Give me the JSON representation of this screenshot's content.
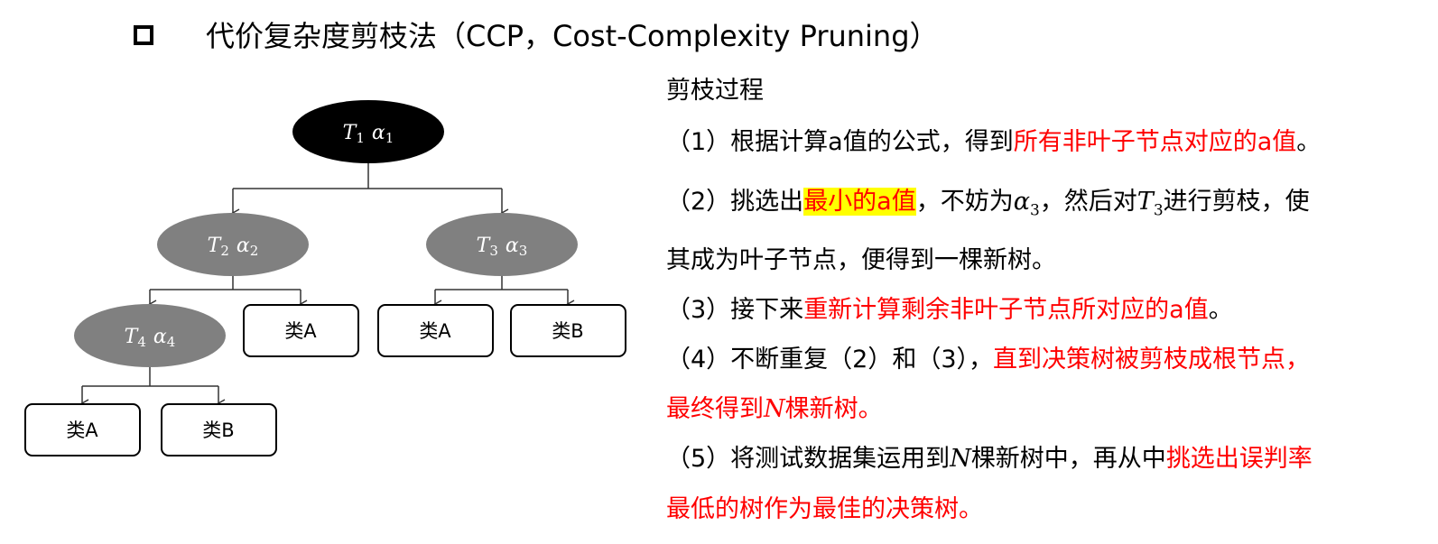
{
  "title": "代价复杂度剪枝法（CCP，Cost-Complexity Pruning）",
  "tree": {
    "nodes": [
      {
        "id": "T1",
        "t": "T",
        "sub": "1",
        "a": "α",
        "asub": "1",
        "color": "#000000"
      },
      {
        "id": "T2",
        "t": "T",
        "sub": "2",
        "a": "α",
        "asub": "2",
        "color": "#808080"
      },
      {
        "id": "T3",
        "t": "T",
        "sub": "3",
        "a": "α",
        "asub": "3",
        "color": "#808080"
      },
      {
        "id": "T4",
        "t": "T",
        "sub": "4",
        "a": "α",
        "asub": "4",
        "color": "#808080"
      }
    ],
    "leaves": [
      "类A",
      "类A",
      "类B",
      "类A",
      "类B"
    ]
  },
  "process": {
    "heading": "剪枝过程",
    "s1_prefix": "（1）根据计算a值的公式，得到",
    "s1_red": "所有非叶子节点对应的a值",
    "s1_end": "。",
    "s2_prefix": "（2）挑选出",
    "s2_highlight": "最小的a值",
    "s2_mid": "，不妨为",
    "s2_alpha": "α",
    "s2_alpha_sub": "3",
    "s2_mid2": "，然后对",
    "s2_T": "T",
    "s2_T_sub": "3",
    "s2_end": "进行剪枝，使",
    "s2_line2": "其成为叶子节点，便得到一棵新树。",
    "s3_prefix": "（3）接下来",
    "s3_red": "重新计算剩余非叶子节点所对应的a值",
    "s3_end": "。",
    "s4_prefix": "（4）不断重复（2）和（3），",
    "s4_red": "直到决策树被剪枝成根节点，",
    "s4_line2_a": "最终得到",
    "s4_line2_N": "N",
    "s4_line2_b": "棵新树。",
    "s5_prefix": "（5）将测试数据集运用到",
    "s5_N": "N",
    "s5_mid": "棵新树中，再从中",
    "s5_red": "挑选出误判率",
    "s5_line2": "最低的树作为最佳的决策树。"
  },
  "colors": {
    "red": "#ff0000",
    "highlight": "#ffff00",
    "node_dark": "#000000",
    "node_gray": "#808080"
  }
}
